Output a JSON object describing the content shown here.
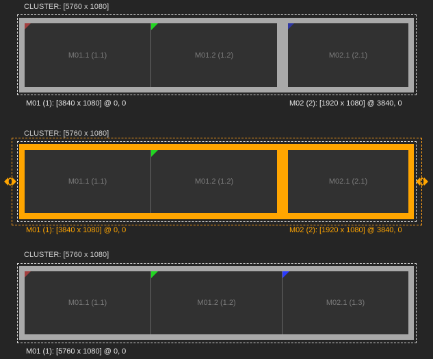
{
  "colors": {
    "background": "#252525",
    "bezel_default": "#a9a9a9",
    "bezel_selected": "#ffa500",
    "screen": "#313131",
    "label": "#e6e6e6",
    "selected_label": "#ffa500",
    "corner_red": "#ff4a4a",
    "corner_green": "#22d622",
    "corner_blue": "#2b3bff"
  },
  "icons": {
    "corner_markers": [
      "red-corner-icon",
      "green-corner-icon",
      "blue-corner-icon"
    ],
    "resize_handles": [
      "left-resize-handle-icon",
      "right-resize-handle-icon"
    ]
  },
  "clusters": [
    {
      "label": "CLUSTER: [5760 x 1080]",
      "selected": false,
      "segments": [
        "M01.1 (1.1)",
        "M01.2 (1.2)",
        "M02.1 (2.1)"
      ],
      "monitor_labels": [
        "M01 (1): [3840 x 1080] @ 0, 0",
        "M02 (2): [1920 x 1080] @ 3840, 0"
      ]
    },
    {
      "label": "CLUSTER: [5760 x 1080]",
      "selected": true,
      "segments": [
        "M01.1 (1.1)",
        "M01.2 (1.2)",
        "M02.1 (2.1)"
      ],
      "monitor_labels": [
        "M01 (1): [3840 x 1080] @ 0, 0",
        "M02 (2): [1920 x 1080] @ 3840, 0"
      ]
    },
    {
      "label": "CLUSTER: [5760 x 1080]",
      "selected": false,
      "segments": [
        "M01.1 (1.1)",
        "M01.2 (1.2)",
        "M02.1 (1.3)"
      ],
      "monitor_labels": [
        "M01 (1): [5760 x 1080] @ 0, 0"
      ]
    }
  ]
}
